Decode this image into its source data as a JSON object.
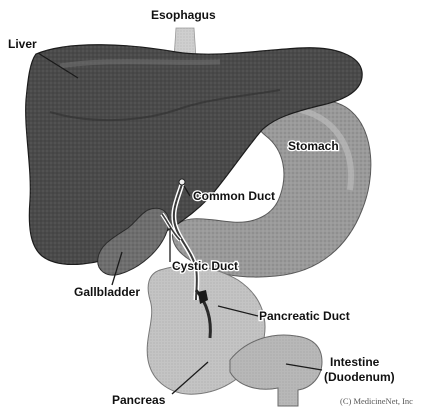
{
  "labels": {
    "esophagus": "Esophagus",
    "liver": "Liver",
    "stomach": "Stomach",
    "common_duct": "Common Duct",
    "cystic_duct": "Cystic Duct",
    "gallbladder": "Gallbladder",
    "pancreatic_duct": "Pancreatic Duct",
    "intestine_line1": "Intestine",
    "intestine_line2": "(Duodenum)",
    "pancreas": "Pancreas"
  },
  "credit": "(C) MedicineNet, Inc",
  "colors": {
    "liver": "#4a4a4a",
    "stomach": "#9a9a9a",
    "pancreas": "#c4c4c4",
    "duodenum": "#b8b8b8",
    "gallbladder": "#6e6e6e",
    "esophagus": "#cfcfcf"
  }
}
